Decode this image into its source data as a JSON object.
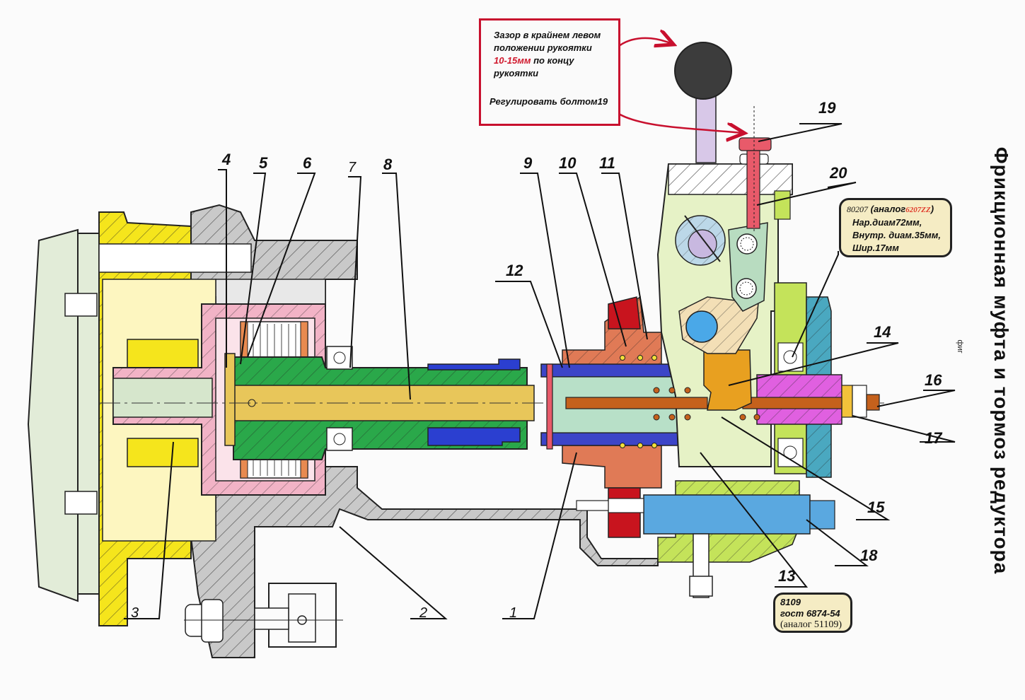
{
  "title": "Фрикционная муфта и тормоз редуктора",
  "figure_label": "фиг",
  "note": {
    "line1": "Зазор в крайнем левом положении рукоятки",
    "gap_value": "10-15мм",
    "line2": "по концу рукоятки",
    "adjust": "Регулировать болтом19"
  },
  "bearing_callout": {
    "model": "80207",
    "analog_prefix": "(аналог",
    "analog_value": "6207ZZ",
    "analog_suffix": ")",
    "outer_diameter": "Нар.диам72мм,",
    "inner_diameter": "Внутр. диам.35мм,",
    "width": "Шир.17мм"
  },
  "thrust_callout": {
    "model": "8109",
    "standard": "гост 6874-54",
    "analog": "(аналог 51109)"
  },
  "part_labels": {
    "p1": "1",
    "p2": "2",
    "p3": "3",
    "p4": "4",
    "p5": "5",
    "p6": "6",
    "p7": "7",
    "p8": "8",
    "p9": "9",
    "p10": "10",
    "p11": "11",
    "p12": "12",
    "p13": "13",
    "p14": "14",
    "p15": "15",
    "p16": "16",
    "p17": "17",
    "p18": "18",
    "p19": "19",
    "p20": "20"
  },
  "colors": {
    "housing_grey": "#c9c9c9",
    "flange_yellow": "#f5e51c",
    "hub_pink": "#f2b3c6",
    "shaft_green": "#2aa84a",
    "rod_gold": "#e8c65a",
    "sleeve_blue": "#2b3fd0",
    "gear_copper": "#e07a56",
    "brake_lime": "#c4e35a",
    "body_pale": "#e6f2c6",
    "rod_rust": "#c5611c",
    "cap_teal": "#4aa8c0",
    "nut_magenta": "#e060e0",
    "bolt_red": "#e85a6a",
    "note_red": "#c8102e"
  }
}
